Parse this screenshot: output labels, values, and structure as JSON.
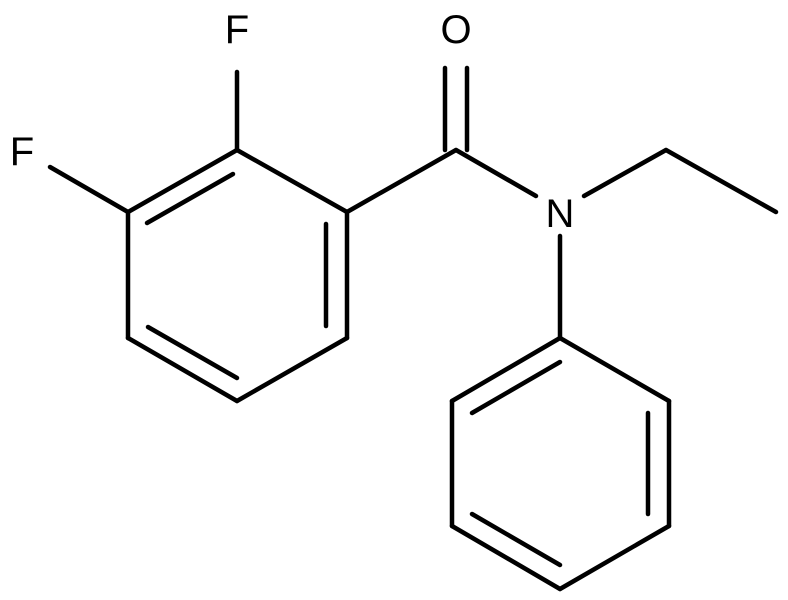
{
  "molecule": {
    "atoms": {
      "oxygen": "O",
      "nitrogen": "N",
      "fluorine_1": "F",
      "fluorine_2": "F"
    },
    "colors": {
      "bond": "#000000",
      "label": "#000000",
      "background": "#ffffff"
    }
  }
}
